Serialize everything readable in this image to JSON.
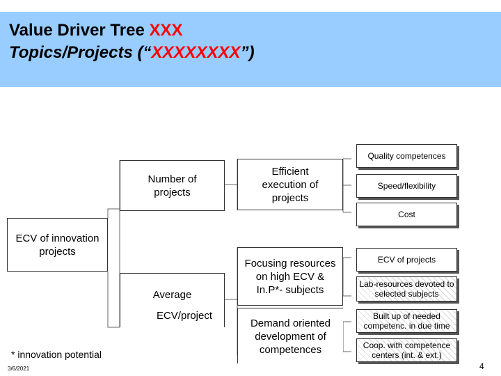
{
  "header": {
    "title_line1": "Value Driver Tree ",
    "title_line1_accent": "XXX",
    "title_line2_prefix": "Topics/Projects (“",
    "title_line2_accent": "XXXXXXXX",
    "title_line2_suffix": "”)"
  },
  "tree": {
    "root": "ECV of innovation projects",
    "level1": [
      "Number of projects",
      "Average",
      "ECV/project"
    ],
    "level2": [
      "Efficient execution of projects",
      "Focusing resources on high ECV & In.P*- subjects",
      "Demand oriented development of competences"
    ],
    "level3": [
      "Quality competences",
      "Speed/flexibility",
      "Cost",
      "ECV of projects",
      "Lab-resources devoted to selected subjects",
      "Built up of needed competenc. in due time",
      "Coop. with competence centers (int. & ext.)"
    ]
  },
  "footer": {
    "footnote": "*  innovation potential",
    "date": "3/6/2021",
    "page_number": "4"
  },
  "colors": {
    "header_bg": "#99ccff",
    "accent": "#ff0000",
    "box_border": "#333333",
    "shadow": "#555555"
  }
}
